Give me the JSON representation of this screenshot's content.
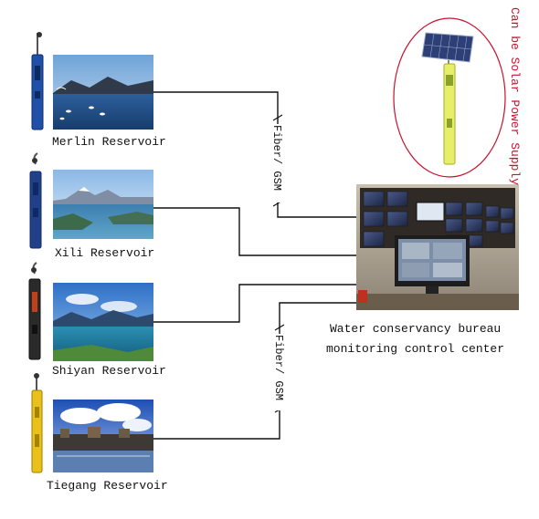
{
  "stations": [
    {
      "label": "Merlin Reservoir",
      "pole_color": "#1f4fa8",
      "scene": "lake-birds"
    },
    {
      "label": "Xili Reservoir",
      "pole_color": "#223f8a",
      "scene": "snow-mountain-lake"
    },
    {
      "label": "Shiyan Reservoir",
      "pole_color": "#2a2a2a",
      "scene": "blue-lake"
    },
    {
      "label": "Tiegang Reservoir",
      "pole_color": "#e8c21a",
      "scene": "clouds-town"
    }
  ],
  "links": [
    {
      "label": "Fiber/ GSM"
    },
    {
      "label": "Fiber/ GSM"
    }
  ],
  "control_center": {
    "line1": "Water conservancy bureau",
    "line2": "monitoring control center"
  },
  "solar_note": "Can be Solar Power Supply",
  "colors": {
    "accent": "#c8102e",
    "line": "#111111",
    "solar_pole": "#e6ee6a"
  }
}
